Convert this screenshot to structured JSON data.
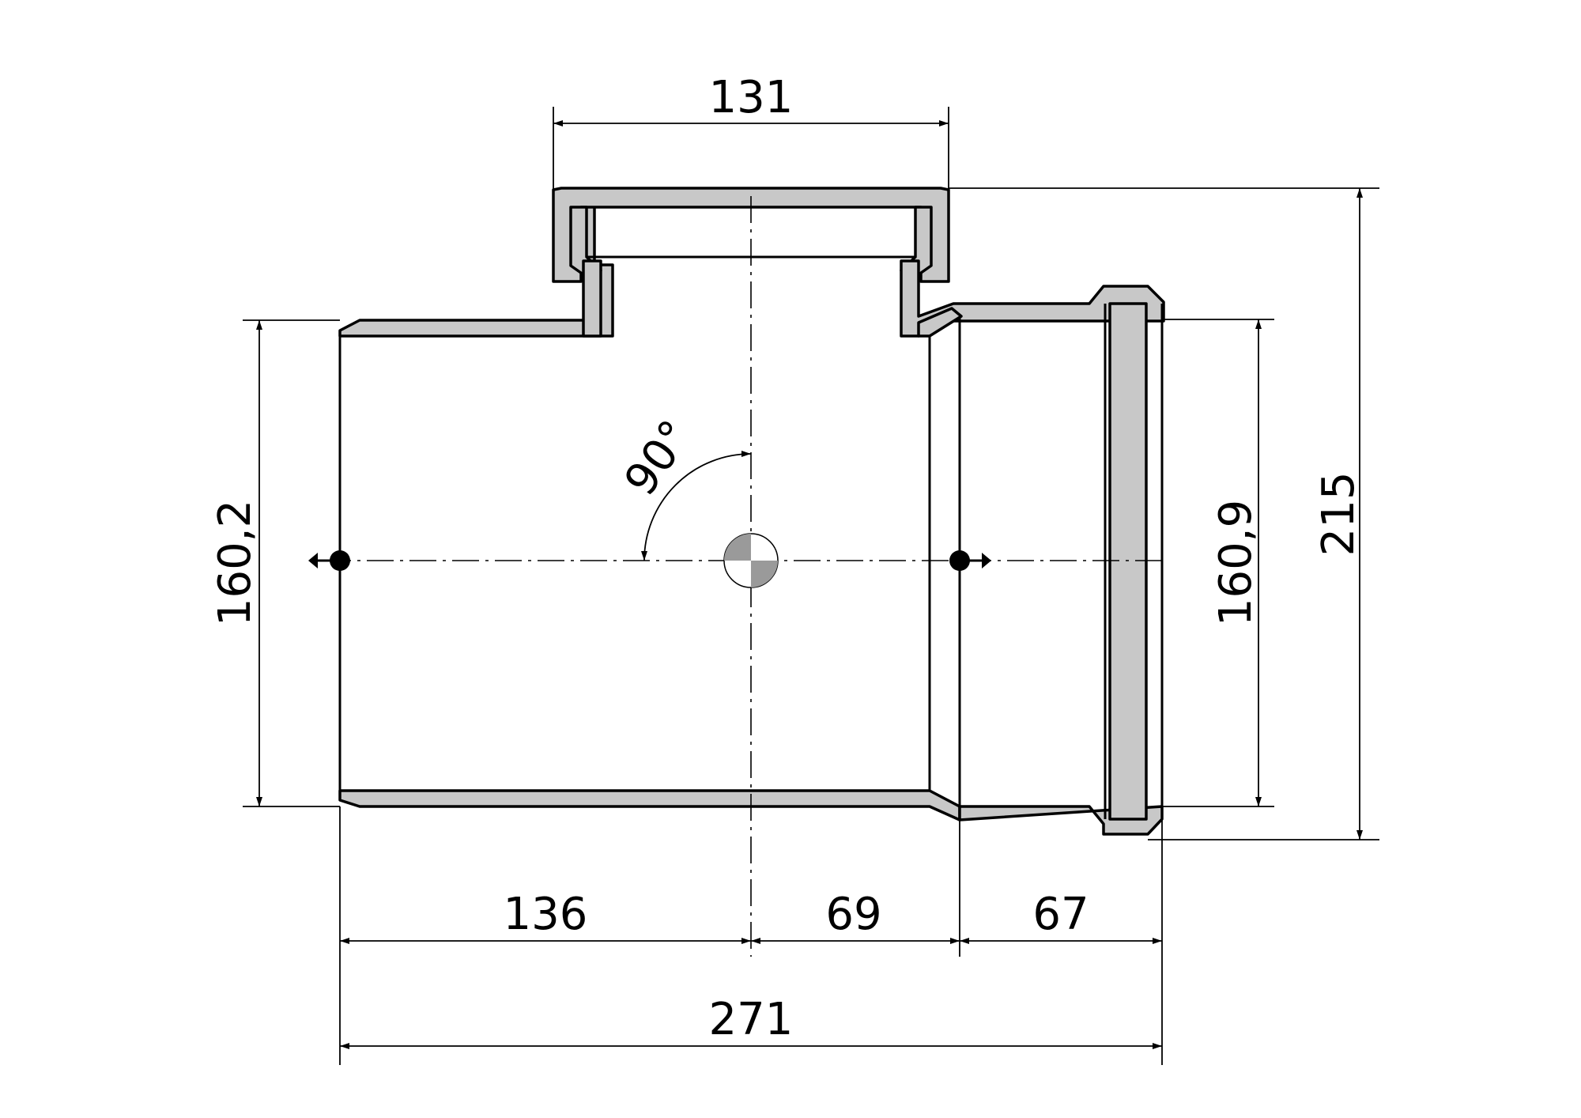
{
  "dimensions": {
    "top_width": "131",
    "total_height": "215",
    "left_diameter": "160,2",
    "right_diameter": "160,9",
    "angle": "90°",
    "seg_left": "136",
    "seg_mid": "69",
    "seg_right": "67",
    "total_length": "271"
  },
  "colors": {
    "wall_fill": "#c8c8c8",
    "line": "#000000",
    "background": "#ffffff"
  }
}
